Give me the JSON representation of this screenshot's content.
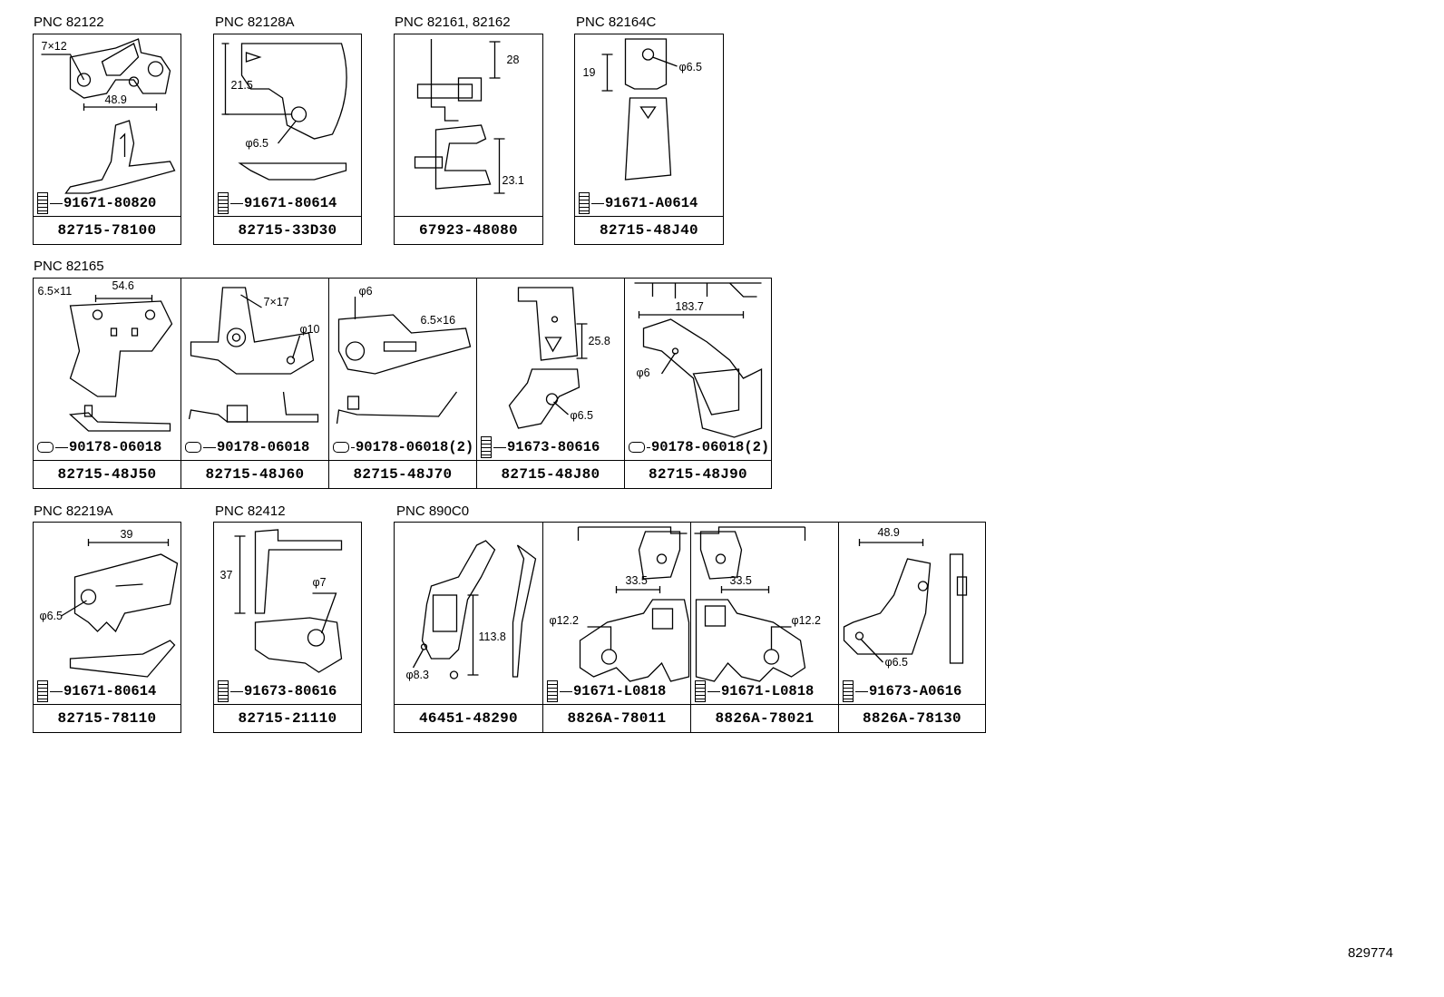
{
  "figure_id": "829774",
  "groups": [
    {
      "pnc": "PNC 82122",
      "cells": [
        {
          "part": "82715-78100",
          "bolt": "91671-80820",
          "fastener": "bolt-icon",
          "dims": [
            "7×12",
            "48.9"
          ]
        }
      ]
    },
    {
      "pnc": "PNC 82128A",
      "cells": [
        {
          "part": "82715-33D30",
          "bolt": "91671-80614",
          "fastener": "bolt-icon",
          "dims": [
            "21.5",
            "φ6.5"
          ]
        }
      ]
    },
    {
      "pnc": "PNC 82161, 82162",
      "cells": [
        {
          "part": "67923-48080",
          "bolt": "",
          "fastener": "",
          "dims": [
            "28",
            "23.1"
          ]
        }
      ]
    },
    {
      "pnc": "PNC 82164C",
      "cells": [
        {
          "part": "82715-48J40",
          "bolt": "91671-A0614",
          "fastener": "bolt-icon",
          "dims": [
            "19",
            "φ6.5"
          ]
        }
      ]
    },
    {
      "pnc": "PNC 82165",
      "cells": [
        {
          "part": "82715-48J50",
          "bolt": "90178-06018",
          "fastener": "nut-icon",
          "dims": [
            "6.5×11",
            "54.6"
          ]
        },
        {
          "part": "82715-48J60",
          "bolt": "90178-06018",
          "fastener": "nut-icon",
          "dims": [
            "7×17",
            "φ10"
          ]
        },
        {
          "part": "82715-48J70",
          "bolt": "90178-06018(2)",
          "fastener": "nut-icon",
          "dims": [
            "φ6",
            "6.5×16"
          ]
        },
        {
          "part": "82715-48J80",
          "bolt": "91673-80616",
          "fastener": "bolt-icon",
          "dims": [
            "25.8",
            "φ6.5"
          ]
        },
        {
          "part": "82715-48J90",
          "bolt": "90178-06018(2)",
          "fastener": "nut-icon",
          "dims": [
            "183.7",
            "φ6"
          ]
        }
      ]
    },
    {
      "pnc": "PNC 82219A",
      "cells": [
        {
          "part": "82715-78110",
          "bolt": "91671-80614",
          "fastener": "bolt-icon",
          "dims": [
            "39",
            "φ6.5"
          ]
        }
      ]
    },
    {
      "pnc": "PNC 82412",
      "cells": [
        {
          "part": "82715-21110",
          "bolt": "91673-80616",
          "fastener": "bolt-icon",
          "dims": [
            "37",
            "φ7"
          ]
        }
      ]
    },
    {
      "pnc": "PNC 890C0",
      "cells": [
        {
          "part": "46451-48290",
          "bolt": "",
          "fastener": "",
          "dims": [
            "113.8",
            "φ8.3"
          ]
        },
        {
          "part": "8826A-78011",
          "bolt": "91671-L0818",
          "fastener": "bolt-icon",
          "dims": [
            "33.5",
            "φ12.2"
          ]
        },
        {
          "part": "8826A-78021",
          "bolt": "91671-L0818",
          "fastener": "bolt-icon",
          "dims": [
            "33.5",
            "φ12.2"
          ]
        },
        {
          "part": "8826A-78130",
          "bolt": "91673-A0616",
          "fastener": "bolt-icon",
          "dims": [
            "48.9",
            "φ6.5"
          ]
        }
      ]
    }
  ]
}
